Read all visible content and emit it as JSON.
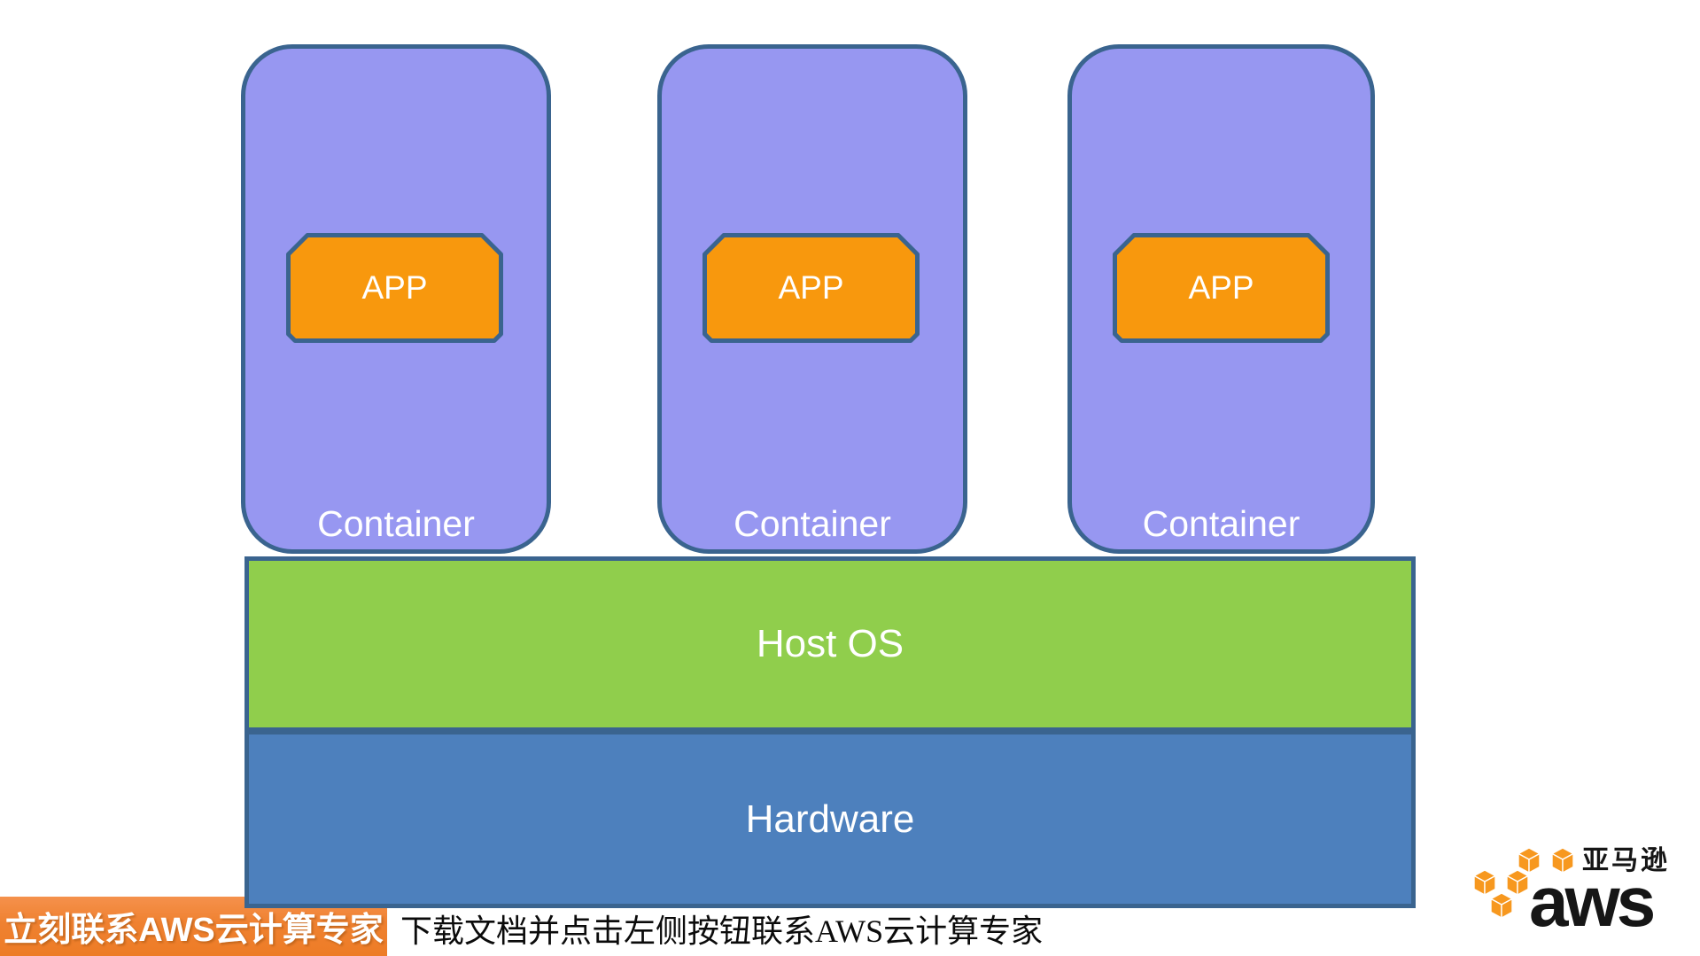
{
  "diagram": {
    "containers": [
      {
        "label": "Container",
        "app": "APP"
      },
      {
        "label": "Container",
        "app": "APP"
      },
      {
        "label": "Container",
        "app": "APP"
      }
    ],
    "host_os_label": "Host OS",
    "hardware_label": "Hardware"
  },
  "footer": {
    "banner_button": "立刻联系AWS云计算专家",
    "caption": "下载文档并点击左侧按钮联系AWS云计算专家"
  },
  "logo": {
    "wordmark": "aws",
    "chinese_name": "亚马逊"
  },
  "colors": {
    "container_fill": "#9797F1",
    "app_fill": "#F8980D",
    "host_os_fill": "#90CE4C",
    "hardware_fill": "#4D80BD",
    "outline": "#3A648F",
    "banner_fill": "#EF8130",
    "label_text": "#FFFFFF",
    "caption_text": "#0B0B0B",
    "logo_orange": "#F7981F",
    "logo_black": "#161616"
  }
}
